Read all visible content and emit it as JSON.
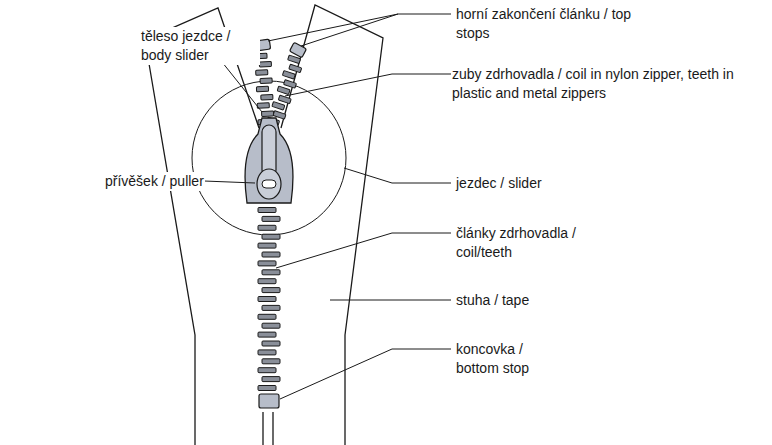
{
  "diagram": {
    "labels": [
      "horní zakončení článku / top stops",
      "těleso jezdce / body slider",
      "zuby zdrhovadla / coil in nylon zipper, teeth in plastic and metal zippers",
      "přívěšek / puller",
      "jezdec / slider",
      "články zdrhovadla / coil/teeth",
      "stuha / tape",
      "koncovka / bottom stop"
    ]
  }
}
